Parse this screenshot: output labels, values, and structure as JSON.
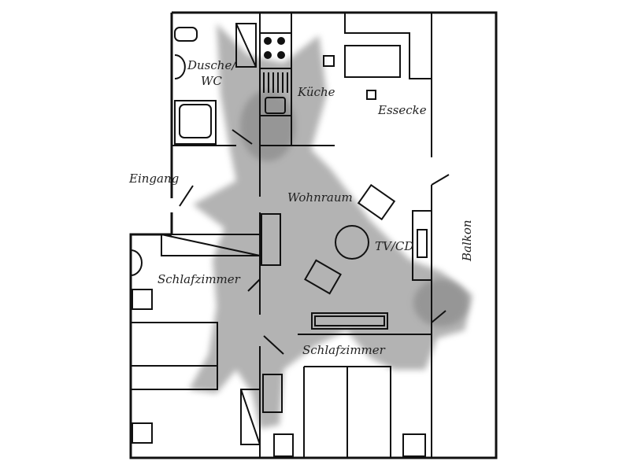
{
  "floorplan": {
    "rooms": {
      "bath": "Dusche/",
      "bath2": "WC",
      "kitchen": "Küche",
      "dining": "Essecke",
      "entrance": "Eingang",
      "living": "Wohnraum",
      "tv": "TV/CD",
      "balcony": "Balkon",
      "bedroom1": "Schlafzimmer",
      "bedroom2": "Schlafzimmer"
    },
    "overlay": "fox-photo"
  }
}
